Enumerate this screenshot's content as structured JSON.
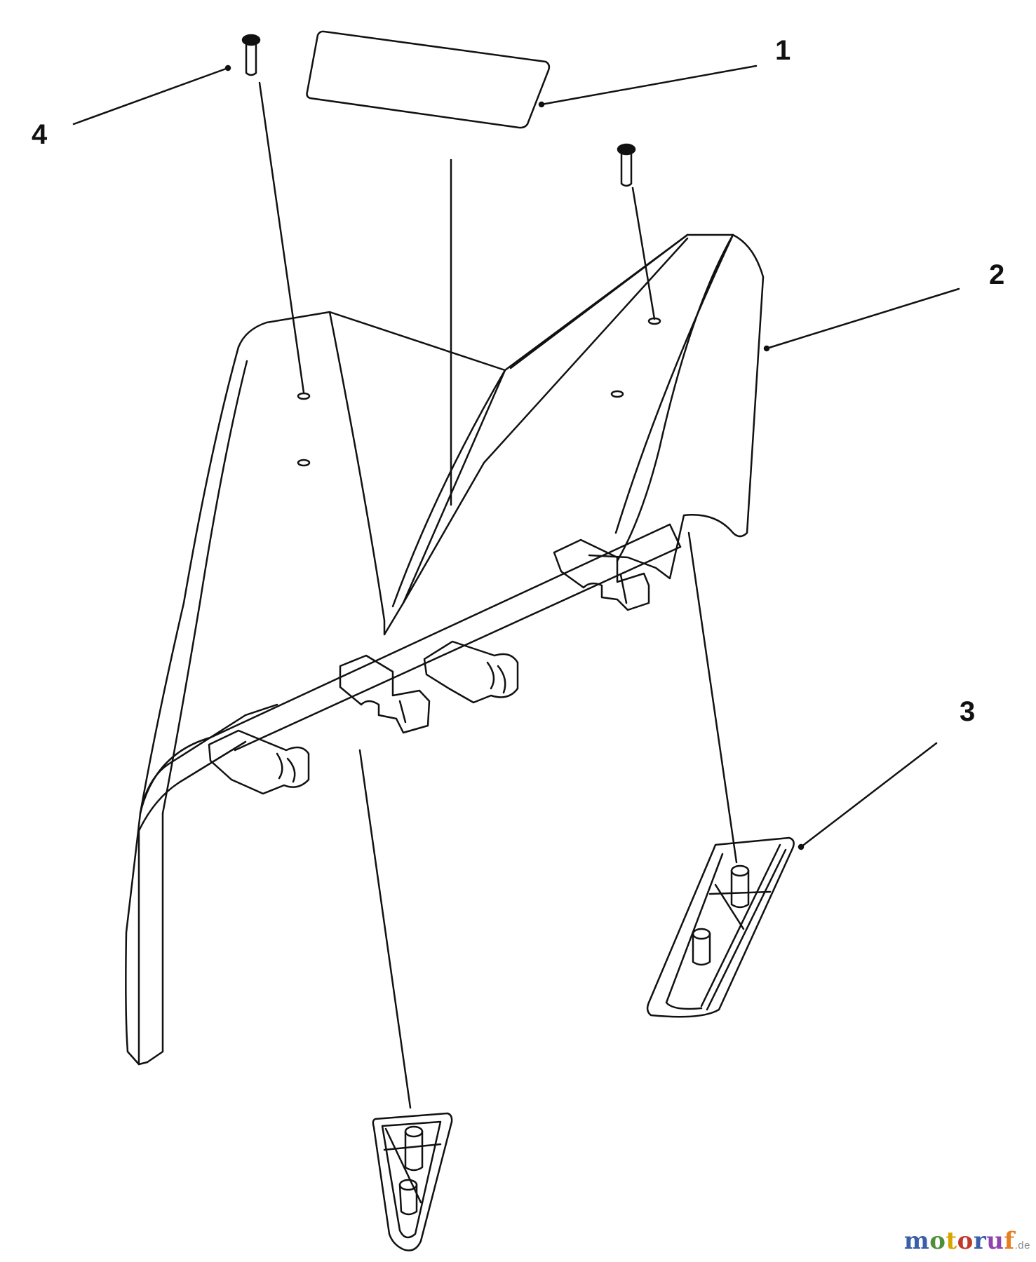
{
  "callouts": [
    {
      "number": "1"
    },
    {
      "number": "2"
    },
    {
      "number": "3"
    },
    {
      "number": "4"
    }
  ],
  "watermark": {
    "letters": [
      "m",
      "o",
      "t",
      "o",
      "r",
      "u",
      "f"
    ],
    "letter_colors": [
      "#3a5fa8",
      "#4f8f3a",
      "#d9a400",
      "#c0392b",
      "#3a5fa8",
      "#8e44ad",
      "#e67e22"
    ],
    "suffix": ".de"
  },
  "colors": {
    "line": "#111111",
    "background": "#ffffff"
  }
}
